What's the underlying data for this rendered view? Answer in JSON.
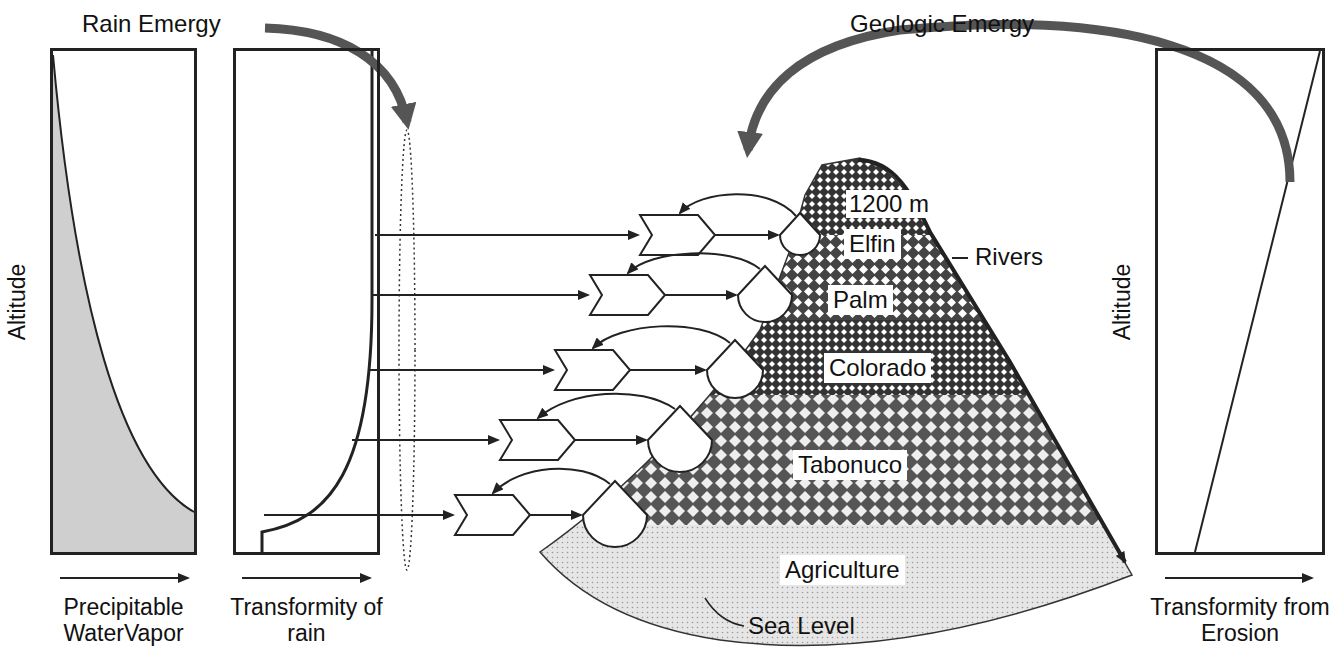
{
  "diagram": {
    "nodes": [
      {
        "text": [
          "Altitude",
          "Precipitable WaterVapor"
        ]
      },
      {
        "text": [
          "Transformity of rain"
        ]
      },
      {
        "text": [
          "Altitude",
          "Transformity from Erosion"
        ]
      },
      {
        "text": [
          "Elfin"
        ]
      },
      {
        "text": [
          "Palm"
        ]
      },
      {
        "text": [
          "Colorado"
        ]
      },
      {
        "text": [
          "Tabonuco"
        ]
      },
      {
        "text": [
          "Agriculture"
        ]
      }
    ],
    "labels": [
      "Rain Emergy",
      "Geologic Emergy",
      "1200 m",
      "Rivers",
      "Sea Level"
    ]
  }
}
